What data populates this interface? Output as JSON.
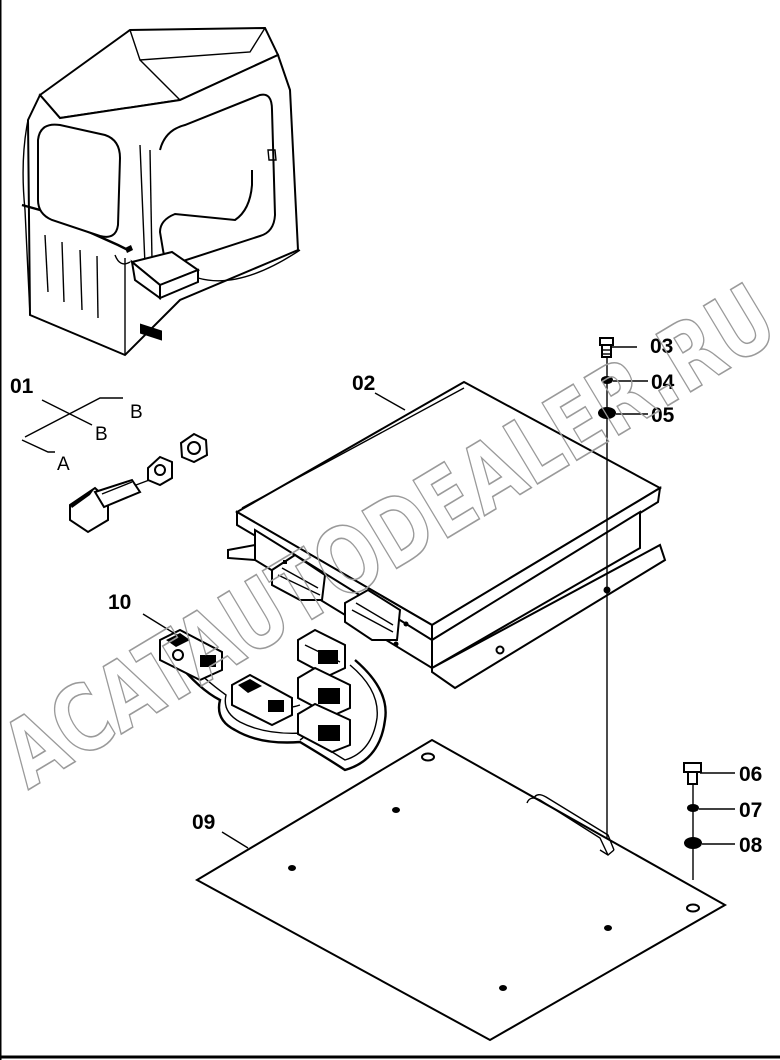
{
  "watermark": "ACATAUTODEALER.RU",
  "callouts": {
    "p01": "01",
    "p02": "02",
    "p03": "03",
    "p04": "04",
    "p05": "05",
    "p06": "06",
    "p07": "07",
    "p08": "08",
    "p09": "09",
    "p10": "10"
  },
  "switch_labels": {
    "b_upper": "B",
    "b_lower": "B",
    "a": "A"
  }
}
